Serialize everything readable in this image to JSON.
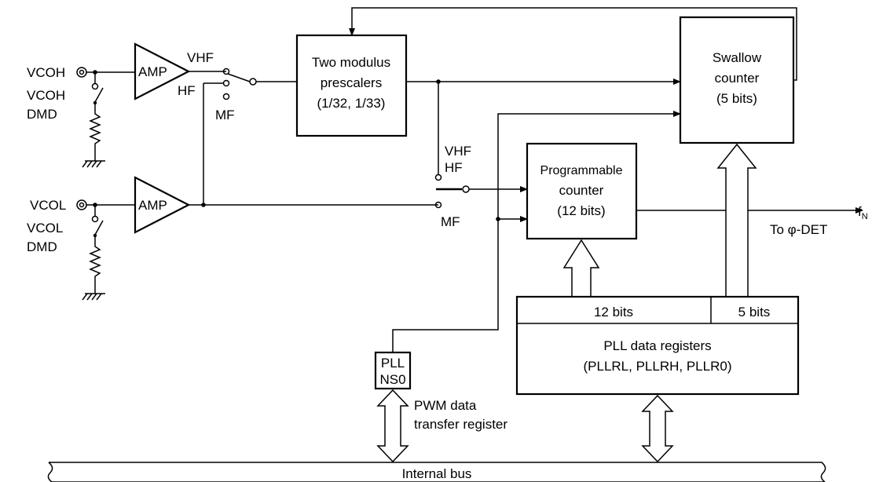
{
  "inputs": {
    "vcoh": "VCOH",
    "vcol": "VCOL",
    "vcoh_dmd": [
      "VCOH",
      "DMD"
    ],
    "vcol_dmd": [
      "VCOL",
      "DMD"
    ]
  },
  "amplifiers": {
    "amp_high": "AMP",
    "amp_low": "AMP"
  },
  "switch1": {
    "vhf": "VHF",
    "hf": "HF",
    "mf": "MF"
  },
  "switch2": {
    "vhf": "VHF",
    "hf": "HF",
    "mf": "MF"
  },
  "prescaler": {
    "lines": [
      "Two modulus",
      "prescalers",
      "(1/32, 1/33)"
    ]
  },
  "swallow_counter": {
    "lines": [
      "Swallow",
      "counter",
      "(5 bits)"
    ]
  },
  "programmable_counter": {
    "lines": [
      "Programmable",
      "counter",
      "(12 bits)"
    ]
  },
  "output": {
    "fn_main": "f",
    "fn_sub": "N",
    "to_det": "To φ-DET"
  },
  "pll_data_registers": {
    "field_12": "12 bits",
    "field_5": "5 bits",
    "lines": [
      "PLL data registers",
      "(PLLRL, PLLRH, PLLR0)"
    ]
  },
  "pll_ns0": {
    "lines": [
      "PLL",
      "NS0"
    ]
  },
  "pwm_label": {
    "lines": [
      "PWM data",
      "transfer register"
    ]
  },
  "internal_bus": {
    "label": "Internal bus"
  }
}
